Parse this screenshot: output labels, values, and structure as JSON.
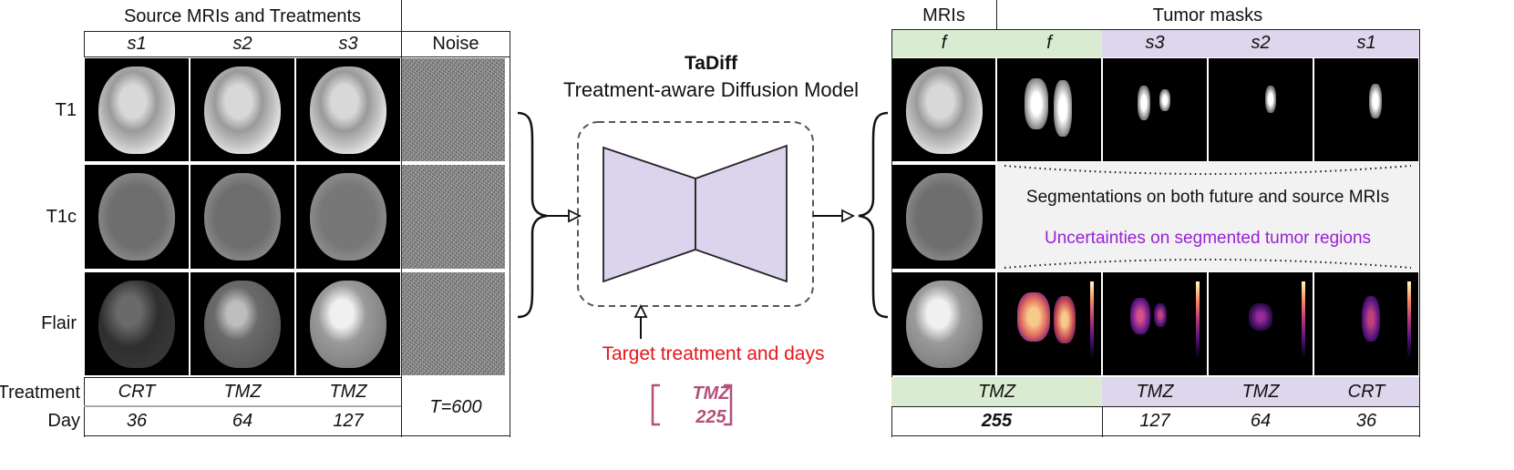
{
  "left_panel": {
    "title": "Source MRIs and Treatments",
    "columns": [
      "s1",
      "s2",
      "s3"
    ],
    "noise_label": "Noise",
    "rows": [
      "T1",
      "T1c",
      "Flair"
    ],
    "treatment_label": "Treatment",
    "treatments": [
      "CRT",
      "TMZ",
      "TMZ"
    ],
    "day_label": "Day",
    "days": [
      "36",
      "64",
      "127"
    ],
    "timestep": "T=600"
  },
  "center": {
    "title": "TaDiff",
    "subtitle": "Treatment-aware Diffusion Model",
    "target_label": "Target treatment and days",
    "target_treatment": "TMZ",
    "target_day": "225",
    "colors": {
      "target": "#e8141c",
      "bracket": "#b5507a",
      "unet_fill": "#dcd3ec"
    }
  },
  "right_panel": {
    "mri_header": "MRIs",
    "mask_header": "Tumor masks",
    "columns": [
      "f",
      "f",
      "s3",
      "s2",
      "s1"
    ],
    "segmentation_text": "Segmentations on both future and source MRIs",
    "uncertainty_text": "Uncertainties on segmented tumor regions",
    "treatments": [
      "TMZ",
      "TMZ",
      "TMZ",
      "CRT"
    ],
    "days": [
      "255",
      "127",
      "64",
      "36"
    ],
    "colors": {
      "future_bg": "#d9ecd1",
      "source_bg": "#ddd6ec",
      "uncertainty": "#9a1fd6",
      "note_bg": "#f2f2f2"
    }
  }
}
